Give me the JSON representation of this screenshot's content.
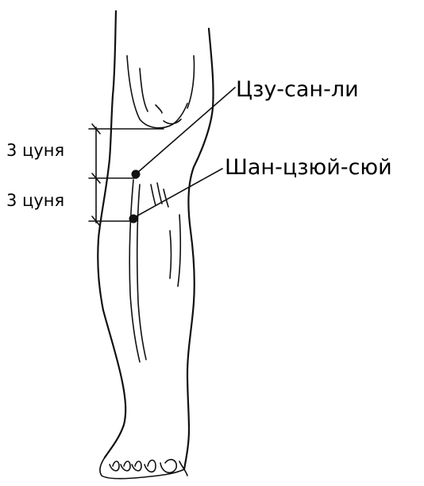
{
  "labels": {
    "point_upper": "Цзу-сан-ли",
    "point_lower": "Шан-цзюй-сюй",
    "measure_upper": "3 цуня",
    "measure_lower": "3 цуня"
  },
  "colors": {
    "ink": "#111111",
    "background": "#ffffff"
  }
}
